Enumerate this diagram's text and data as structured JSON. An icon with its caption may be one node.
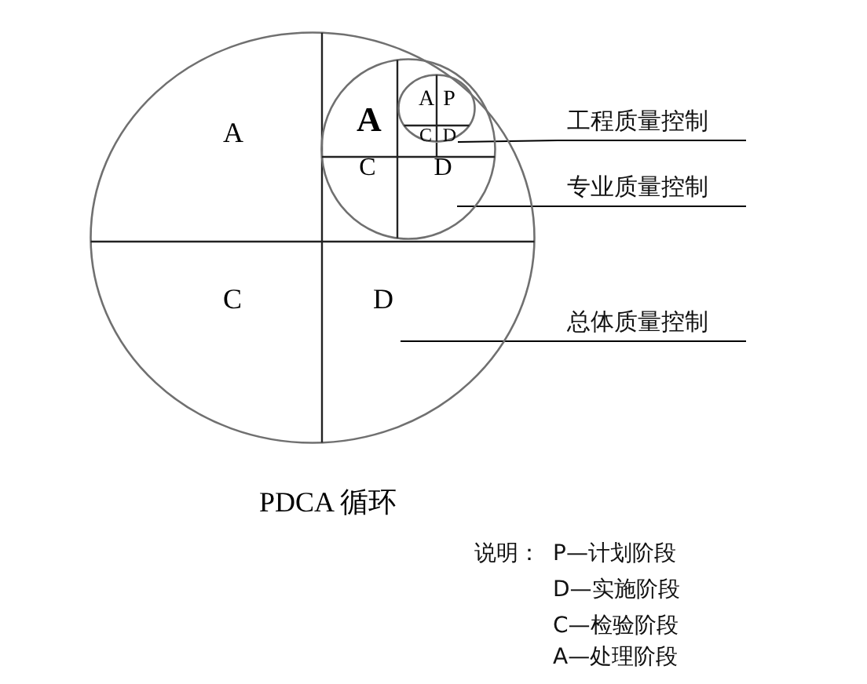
{
  "diagram": {
    "caption": "PDCA 循环",
    "nodes": [
      {
        "text": [
          "A",
          "C",
          "D"
        ]
      },
      {
        "text": [
          "A",
          "C",
          "D"
        ],
        "in": 0
      },
      {
        "text": [
          "A",
          "P",
          "C",
          "D"
        ],
        "in": 1
      },
      {
        "text": [
          "工程质量控制"
        ]
      },
      {
        "text": [
          "专业质量控制"
        ]
      },
      {
        "text": [
          "总体质量控制"
        ]
      }
    ],
    "edges": [
      {
        "from": 3,
        "to": 2,
        "arrow": "none"
      },
      {
        "from": 4,
        "to": 1,
        "arrow": "none"
      },
      {
        "from": 5,
        "to": 0,
        "arrow": "none"
      }
    ],
    "labels": [
      "说明：",
      "P—计划阶段",
      "D—实施阶段",
      "C—检验阶段",
      "A—处理阶段"
    ]
  }
}
